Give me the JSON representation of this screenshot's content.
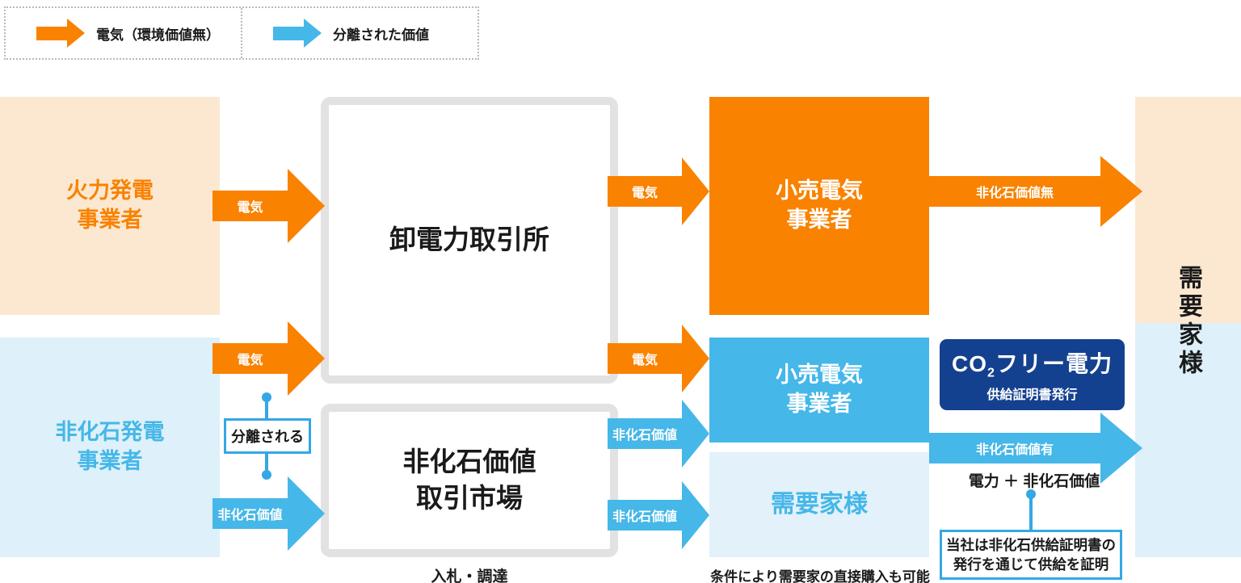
{
  "colors": {
    "orange": "#f98200",
    "orange_light": "#fce8d1",
    "blue": "#45b7e8",
    "blue_light": "#def0f9",
    "navy": "#14418f",
    "frame_gray": "#e2e2e2",
    "connector_blue": "#35a7e5"
  },
  "legend": {
    "electricity": {
      "label": "電気（環境価値無）",
      "color": "orange"
    },
    "separated_value": {
      "label": "分離された価値",
      "color": "blue"
    }
  },
  "nodes": {
    "thermal_generator": {
      "lines": [
        "火力発電",
        "事業者"
      ]
    },
    "nonfossil_generator": {
      "lines": [
        "非化石発電",
        "事業者"
      ]
    },
    "wholesale_exchange": {
      "lines": [
        "卸電力取引所"
      ]
    },
    "nonfossil_market": {
      "lines": [
        "非化石価値",
        "取引市場"
      ]
    },
    "retailer_orange": {
      "lines": [
        "小売電気",
        "事業者"
      ]
    },
    "retailer_blue": {
      "lines": [
        "小売電気",
        "事業者"
      ]
    },
    "consumer_direct": {
      "lines": [
        "需要家様"
      ]
    },
    "consumer_column": {
      "label": "需要家様"
    }
  },
  "arrows": {
    "thermal_to_exchange": "電気",
    "nonfossil_to_exchange": "電気",
    "exchange_to_retailer_orange": "電気",
    "exchange_to_retailer_blue": "電気",
    "nonfossil_to_market": "非化石価値",
    "market_to_retailer_blue": "非化石価値",
    "market_to_consumer": "非化石価値",
    "retailer_orange_to_consumer": "非化石価値無",
    "retailer_blue_to_consumer": "非化石価値有"
  },
  "labels": {
    "separated": "分離される",
    "bidding": "入札・調達",
    "direct_purchase_note": "条件により需要家の直接購入も可能",
    "co2_free": {
      "pre": "CO",
      "sub": "2",
      "post": "フリー電力"
    },
    "co2_free_subtitle": "供給証明書発行",
    "power_plus_value": "電力 ＋ 非化石価値",
    "certificate_note": {
      "lines": [
        "当社は非化石供給証明書の",
        "発行を通じて供給を証明"
      ]
    }
  }
}
